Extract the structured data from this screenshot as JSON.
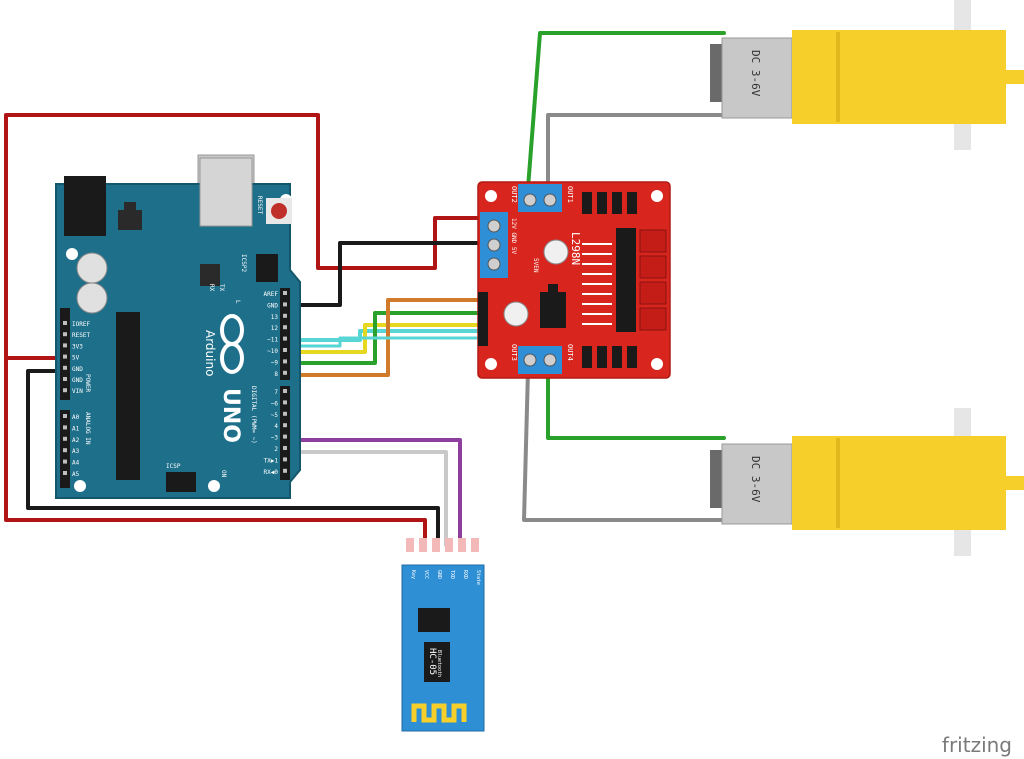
{
  "watermark": "fritzing",
  "arduino": {
    "brand_vertical": "Arduino",
    "model_vertical": "UNO",
    "reset": "RESET",
    "icsp2": "ICSP2",
    "icsp": "ICSP",
    "tx": "TX",
    "rx": "RX",
    "l": "L",
    "on": "ON",
    "digital_label": "DIGITAL (PWM= ~)",
    "power_label": "POWER",
    "analog_label": "ANALOG IN",
    "power_pins": [
      "IOREF",
      "RESET",
      "3V3",
      "5V",
      "GND",
      "GND",
      "VIN"
    ],
    "analog_pins": [
      "A0",
      "A1",
      "A2",
      "A3",
      "A4",
      "A5"
    ],
    "digital_pins_top": [
      "AREF",
      "GND",
      "13",
      "12",
      "~11",
      "~10",
      "~9",
      "8"
    ],
    "digital_pins_bottom": [
      "7",
      "~6",
      "~5",
      "4",
      "~3",
      "2",
      "TX▶1",
      "RX◀0"
    ]
  },
  "driver": {
    "chip": "L298N",
    "out1": "OUT1",
    "out2": "OUT2",
    "out3": "OUT3",
    "out4": "OUT4",
    "pwr_label": "12V GND 5V",
    "en_label": "5VEN"
  },
  "motors": [
    {
      "label": "DC 3-6V"
    },
    {
      "label": "DC 3-6V"
    }
  ],
  "bluetooth": {
    "pins": [
      "Key",
      "VCC",
      "GND",
      "TXD",
      "RXD",
      "State"
    ],
    "model": "HC-05",
    "sub": "Bluetooth"
  },
  "colors": {
    "arduino_board": "#1d6f8a",
    "arduino_edge": "#14566c",
    "driver_board": "#d8261e",
    "terminal_blue": "#2e8fd6",
    "motor_yellow": "#f6cf2a",
    "motor_grey": "#c8c8c8",
    "bt_blue": "#2f8fd4",
    "wire_red": "#b01414",
    "wire_black": "#1a1a1a",
    "wire_green": "#2aa12a",
    "wire_grey": "#8a8a8a",
    "wire_cyan": "#58d6d6",
    "wire_yellow": "#e5d81e",
    "wire_orange": "#d07a2a",
    "wire_purple": "#8e3f9e",
    "wire_white": "#c9c9c9"
  }
}
